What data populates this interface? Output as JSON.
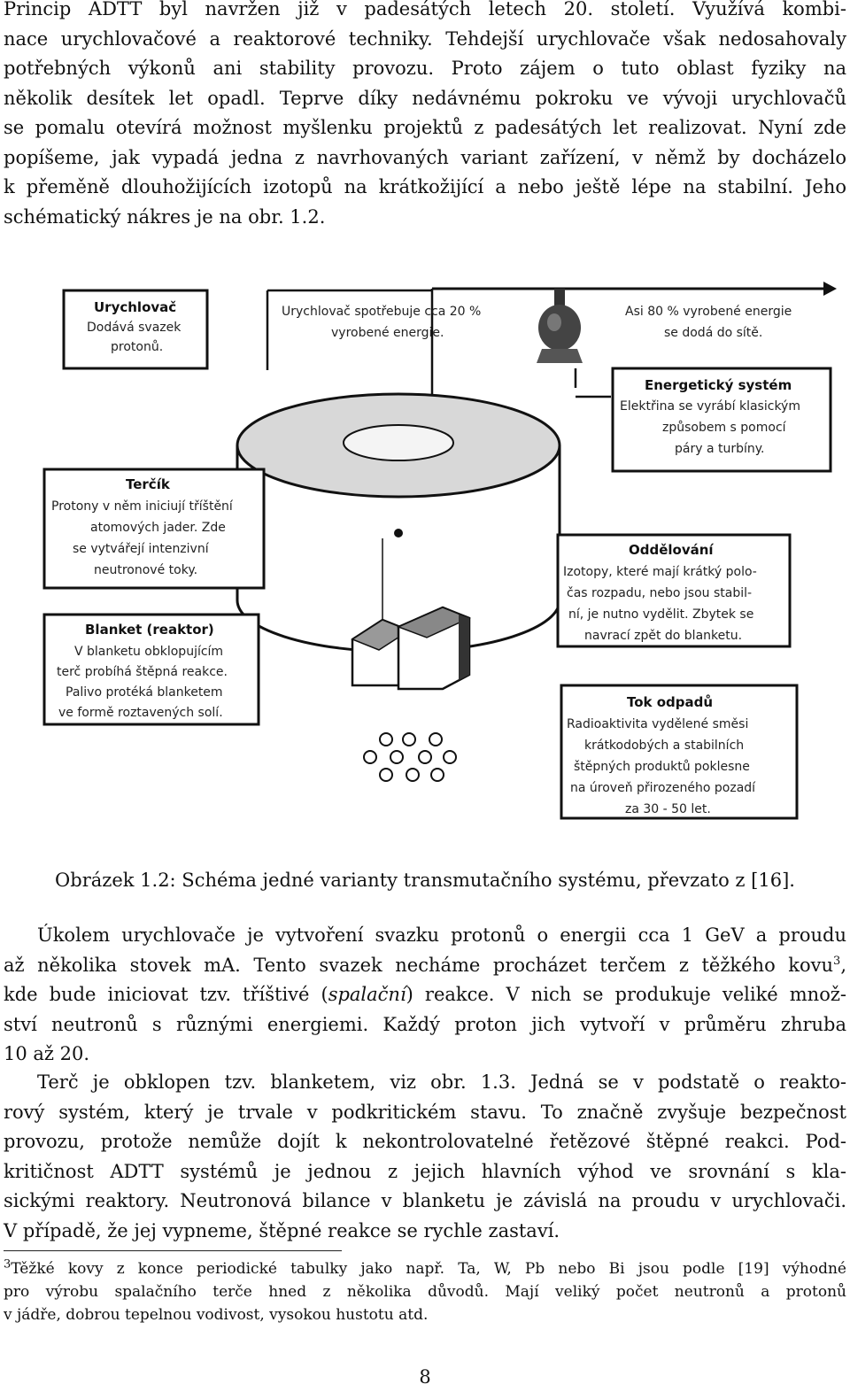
{
  "intro_lines": [
    "Princip ADTT byl navržen již v padesátých letech 20. století. Využívá kombi-",
    "nace urychlovačové a reaktorové techniky. Tehdejší urychlovače však nedosahovaly",
    "potřebných výkonů ani stability provozu. Proto zájem o tuto oblast fyziky na",
    "několik desítek let opadl. Teprve díky nedávnému pokroku ve vývoji urychlovačů",
    "se pomalu otevírá možnost myšlenku projektů z padesátých let realizovat. Nyní zde",
    "popíšeme, jak vypadá jedna z navrhovaných variant zařízení, v němž by docházelo",
    "k přeměně dlouhožijících izotopů na krátkožijící a nebo ještě lépe na stabilní. Jeho",
    "schématický nákres je na obr. 1.2."
  ],
  "figure": {
    "accelerator": {
      "title": "Urychlovač",
      "lines": [
        "Dodává svazek",
        "protonů."
      ]
    },
    "consumption": {
      "lines": [
        "Urychlovač spotřebuje cca 20 %",
        "vyrobené energie."
      ]
    },
    "grid": {
      "lines": [
        "Asi 80 % vyrobené energie",
        "se dodá do sítě."
      ]
    },
    "energy": {
      "title": "Energetický systém",
      "lines": [
        "Elektřina se vyrábí klasickým",
        "způsobem s pomocí",
        "páry a turbíny."
      ]
    },
    "target": {
      "title": "Terčík",
      "lines": [
        "Protony v něm iniciují tříštění",
        "atomových jader. Zde",
        "se vytvářejí intenzivní",
        "neutronové toky."
      ]
    },
    "separation": {
      "title": "Oddělování",
      "lines": [
        "Izotopy, které mají krátký polo-",
        "čas rozpadu, nebo jsou stabil-",
        "ní, je nutno vydělit. Zbytek se",
        "navrací zpět do blanketu."
      ]
    },
    "blanket": {
      "title": "Blanket (reaktor)",
      "lines": [
        "V blanketu obklopujícím",
        "terč probíhá štěpná reakce.",
        "Palivo protéká blanketem",
        "ve formě roztavených solí."
      ]
    },
    "waste": {
      "title": "Tok odpadů",
      "lines": [
        "Radioaktivita vydělené směsi",
        "krátkodobých a stabilních",
        "štěpných produktů poklesne",
        "na úroveň přirozeného pozadí",
        "za 30 - 50 let."
      ]
    }
  },
  "caption": "Obrázek 1.2: Schéma jedné varianty transmutačního systému, převzato z [16].",
  "para2_lines": [
    "Úkolem urychlovače je vytvoření svazku protonů o energii cca 1 GeV a proudu",
    "až několika stovek mA. Tento svazek necháme procházet terčem z těžkého kovu",
    "kde bude iniciovat tzv. tříštivé (",
    "spalační",
    ") reakce. V nich se produkuje veliké množ-",
    "ství neutronů s různými energiemi. Každý proton jich vytvoří v průměru zhruba",
    "10 až 20."
  ],
  "footnote_mark": "3",
  "para3_lines": [
    "Terč je obklopen tzv. blanketem, viz obr. 1.3. Jedná se v podstatě o reakto-",
    "rový systém, který je trvale v podkritickém stavu. To značně zvyšuje bezpečnost",
    "provozu, protože nemůže dojít k nekontrolovatelné řetězové štěpné reakci. Pod-",
    "kritičnost ADTT systémů je jednou z jejich hlavních výhod ve srovnání s kla-",
    "sickými reaktory. Neutronová bilance v blanketu je závislá na proudu v urychlovači.",
    "V případě, že jej vypneme, štěpné reakce se rychle zastaví."
  ],
  "footnote_lines": [
    "Těžké kovy z konce periodické tabulky jako např. Ta, W, Pb nebo Bi jsou podle [19] výhodné",
    "pro výrobu spalačního terče hned z několika důvodů. Mají veliký počet neutronů a protonů",
    "v jádře, dobrou tepelnou vodivost, vysokou hustotu atd."
  ],
  "page_number": "8"
}
